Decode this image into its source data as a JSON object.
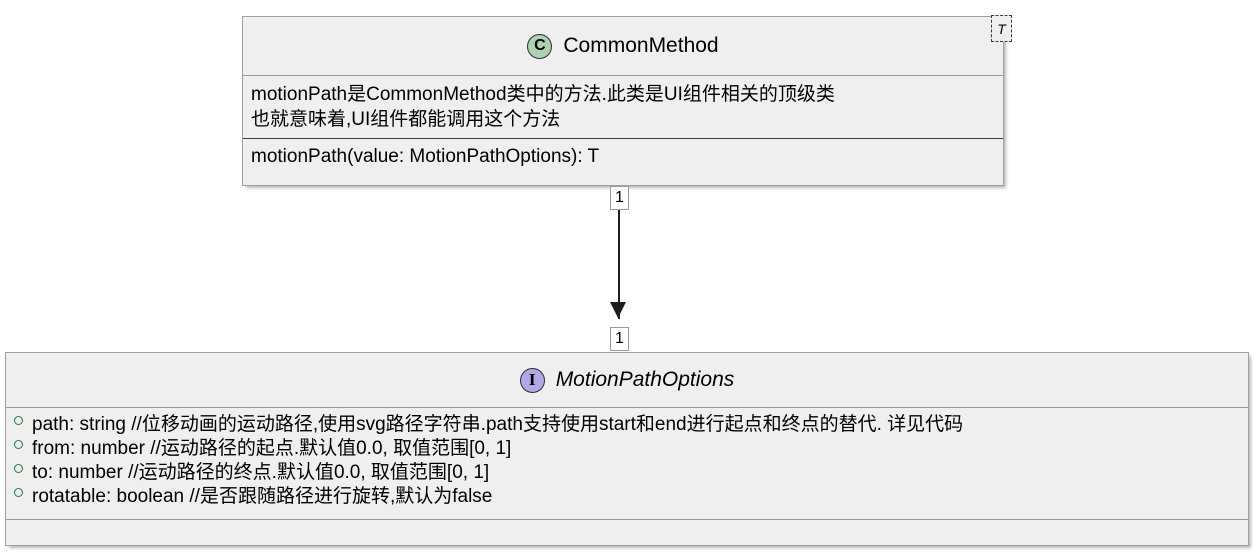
{
  "diagram": {
    "title": "UML class diagram",
    "background_color": "#FFFFFF"
  },
  "class_node": {
    "stereotype_icon": "class-icon",
    "stereotype_letter": "C",
    "icon_color": "#ADD1B2",
    "name": "CommonMethod",
    "generic_parameter": "T",
    "documentation_lines": [
      "motionPath是CommonMethod类中的方法.此类是UI组件相关的顶级类",
      "也就意味着,UI组件都能调用这个方法"
    ],
    "methods": [
      "motionPath(value: MotionPathOptions): T"
    ]
  },
  "interface_node": {
    "stereotype_icon": "interface-icon",
    "stereotype_letter": "I",
    "icon_color": "#B4A7E5",
    "name": "MotionPathOptions",
    "attributes": [
      {
        "visibility": "public",
        "marker_color": "#1F7A3F",
        "text": "path: string //位移动画的运动路径,使用svg路径字符串.path支持使用start和end进行起点和终点的替代. 详见代码"
      },
      {
        "visibility": "public",
        "marker_color": "#1F7A3F",
        "text": "from: number //运动路径的起点.默认值0.0, 取值范围[0, 1]"
      },
      {
        "visibility": "public",
        "marker_color": "#1F7A3F",
        "text": "to: number //运动路径的终点.默认值0.0, 取值范围[0, 1]"
      },
      {
        "visibility": "public",
        "marker_color": "#1F7A3F",
        "text": "rotatable: boolean //是否跟随路径进行旋转,默认为false"
      }
    ],
    "methods": []
  },
  "connector": {
    "kind": "directed-association",
    "source_multiplicity": "1",
    "target_multiplicity": "1",
    "line_color": "#1E1E1E"
  }
}
